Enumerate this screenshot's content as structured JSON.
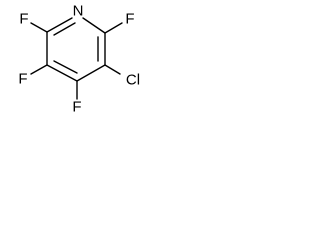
{
  "molecule": {
    "atoms": {
      "ring_nitrogen": "N",
      "fluorine_left_upper": "F",
      "fluorine_right_upper": "F",
      "fluorine_left_lower": "F",
      "fluorine_bottom": "F",
      "chlorine": "Cl"
    },
    "colors": {
      "bond": "#000000",
      "label": "#000000",
      "background": "#ffffff"
    }
  }
}
